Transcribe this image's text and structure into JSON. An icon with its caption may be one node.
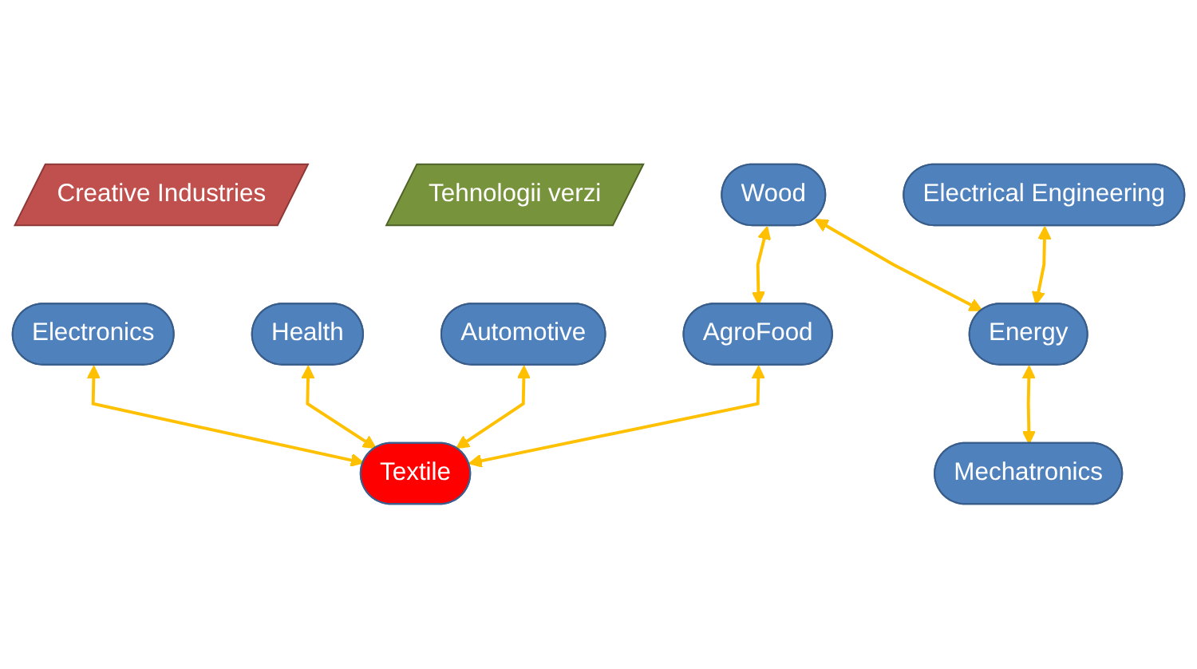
{
  "diagram": {
    "nodes": [
      {
        "text": [
          "Creative Industries"
        ]
      },
      {
        "text": [
          "Tehnologii verzi"
        ]
      },
      {
        "text": [
          "Electronics"
        ]
      },
      {
        "text": [
          "Wood"
        ]
      },
      {
        "text": [
          "Electrical Engineering"
        ]
      },
      {
        "text": [
          "Textile"
        ]
      },
      {
        "text": [
          "Energy"
        ]
      },
      {
        "text": [
          "Health"
        ]
      },
      {
        "text": [
          "AgroFood"
        ]
      },
      {
        "text": [
          "Mechatronics"
        ]
      },
      {
        "text": [
          "Automotive"
        ]
      }
    ],
    "edges": [
      {
        "from": 2,
        "to": 5,
        "arrow": "both"
      },
      {
        "from": 7,
        "to": 5,
        "arrow": "both"
      },
      {
        "from": 10,
        "to": 5,
        "arrow": "both"
      },
      {
        "from": 8,
        "to": 5,
        "arrow": "both"
      },
      {
        "from": 3,
        "to": 8,
        "arrow": "both"
      },
      {
        "from": 3,
        "to": 6,
        "arrow": "both"
      },
      {
        "from": 4,
        "to": 6,
        "arrow": "both"
      },
      {
        "from": 6,
        "to": 9,
        "arrow": "both"
      }
    ]
  }
}
